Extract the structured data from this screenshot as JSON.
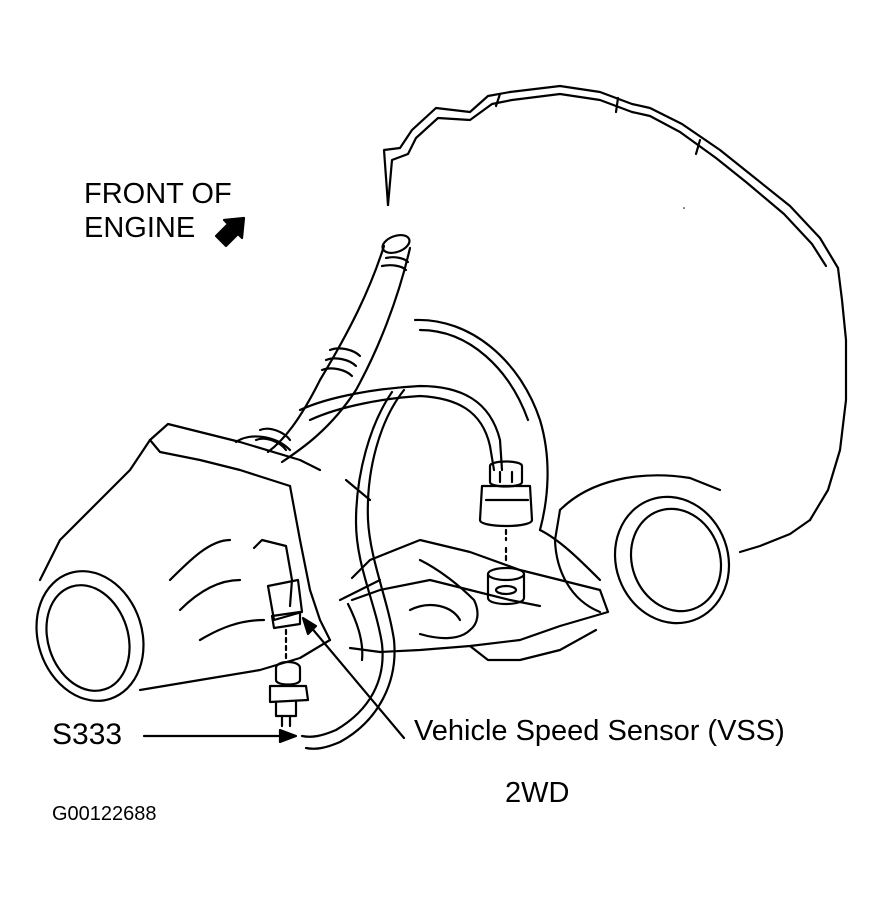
{
  "labels": {
    "front_of_engine_line1": "FRONT OF",
    "front_of_engine_line2": "ENGINE",
    "connector_id": "S333",
    "sensor_name": "Vehicle Speed Sensor (VSS)",
    "drive_type": "2WD",
    "figure_id": "G00122688"
  },
  "colors": {
    "ink": "#000000",
    "paper": "#ffffff"
  },
  "icons": {
    "direction_indicator": "arrow-icon"
  }
}
